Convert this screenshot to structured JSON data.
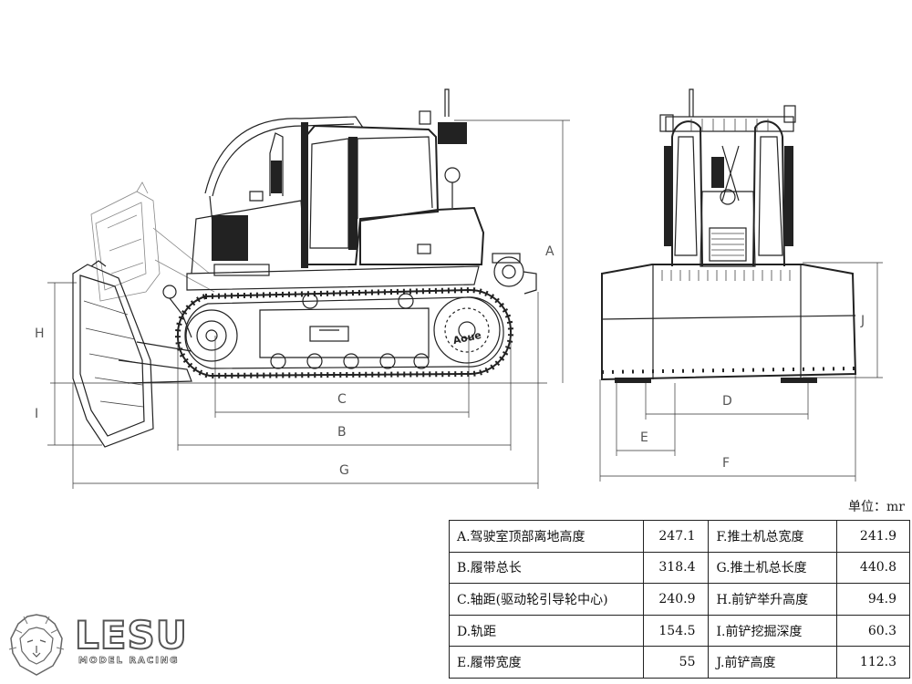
{
  "dimension_labels": {
    "A": "A",
    "B": "B",
    "C": "C",
    "D": "D",
    "E": "E",
    "F": "F",
    "G": "G",
    "H": "H",
    "I": "I",
    "J": "J"
  },
  "track_logo": "Aoue",
  "unit_label": "单位：mr",
  "spec_table": {
    "rows": [
      {
        "left_label": "A.驾驶室顶部离地高度",
        "left_value": "247.1",
        "right_label": "F.推土机总宽度",
        "right_value": "241.9"
      },
      {
        "left_label": "B.履带总长",
        "left_value": "318.4",
        "right_label": "G.推土机总长度",
        "right_value": "440.8"
      },
      {
        "left_label": "C.轴距(驱动轮引导轮中心)",
        "left_value": "240.9",
        "right_label": "H.前铲举升高度",
        "right_value": "94.9"
      },
      {
        "left_label": "D.轨距",
        "left_value": "154.5",
        "right_label": "I.前铲挖掘深度",
        "right_value": "60.3"
      },
      {
        "left_label": "E.履带宽度",
        "left_value": "55",
        "right_label": "J.前铲高度",
        "right_value": "112.3"
      }
    ]
  },
  "brand": {
    "name": "LESU",
    "tagline": "MODEL RACING"
  },
  "icons": [
    "lion-head-logo-icon"
  ]
}
